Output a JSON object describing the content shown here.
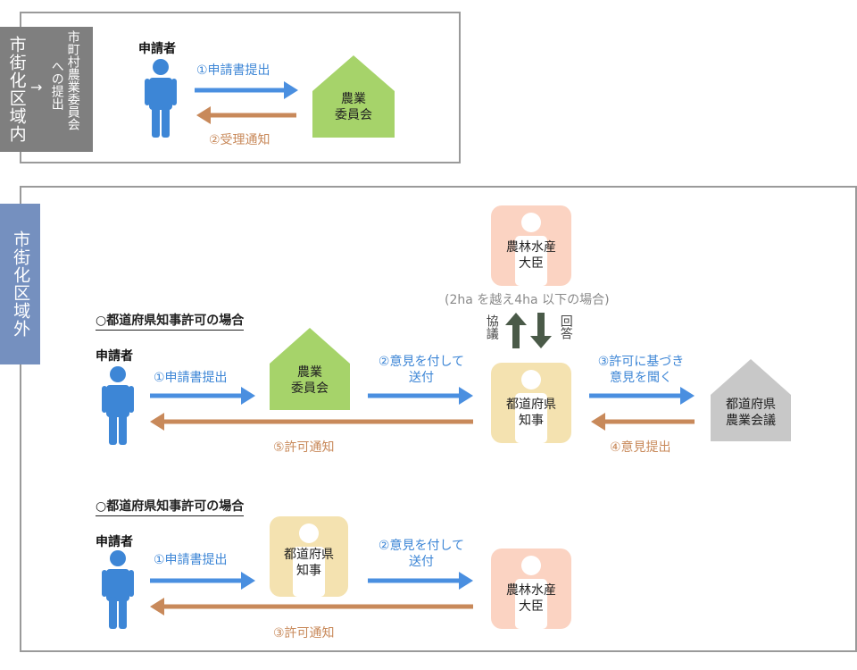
{
  "colors": {
    "person_blue": "#3d86d6",
    "arrow_blue": "#4a8fe0",
    "arrow_orange": "#c8895a",
    "house_green": "#a6d36a",
    "house_gray": "#c8c8c8",
    "card_yellow": "#f4e2b0",
    "card_pink": "#fbd3c2",
    "tab_gray": "#7f7f7f",
    "tab_blue": "#7590bf",
    "updown_arrow": "#4a5a48"
  },
  "section1": {
    "tab_label": "市街化区域内",
    "sub_tab": {
      "line1": "市町村農業委員会",
      "line2": "への提出",
      "arrow": "→"
    },
    "applicant": "申請者",
    "arrow_submit": "①申請書提出",
    "arrow_receipt": "②受理通知",
    "committee": {
      "line1": "農業",
      "line2": "委員会"
    }
  },
  "section2": {
    "tab_label": "市街化区域外",
    "minister_top": {
      "line1": "農林水産",
      "line2": "大臣"
    },
    "condition_note": "(2ha を越え4ha 以下の場合)",
    "consult_label": "協議",
    "reply_label": "回答",
    "case1": {
      "heading": "○都道府県知事許可の場合",
      "applicant": "申請者",
      "arrow_submit": "①申請書提出",
      "committee": {
        "line1": "農業",
        "line2": "委員会"
      },
      "arrow_opinion_line1": "②意見を付して",
      "arrow_opinion_line2": "送付",
      "governor": {
        "line1": "都道府県",
        "line2": "知事"
      },
      "arrow_ask_line1": "③許可に基づき",
      "arrow_ask_line2": "意見を聞く",
      "council": {
        "line1": "都道府県",
        "line2": "農業会議"
      },
      "arrow_reply": "④意見提出",
      "arrow_permit": "⑤許可通知"
    },
    "case2": {
      "heading": "○都道府県知事許可の場合",
      "applicant": "申請者",
      "arrow_submit": "①申請書提出",
      "governor": {
        "line1": "都道府県",
        "line2": "知事"
      },
      "arrow_opinion_line1": "②意見を付して",
      "arrow_opinion_line2": "送付",
      "minister": {
        "line1": "農林水産",
        "line2": "大臣"
      },
      "arrow_permit": "③許可通知"
    }
  }
}
